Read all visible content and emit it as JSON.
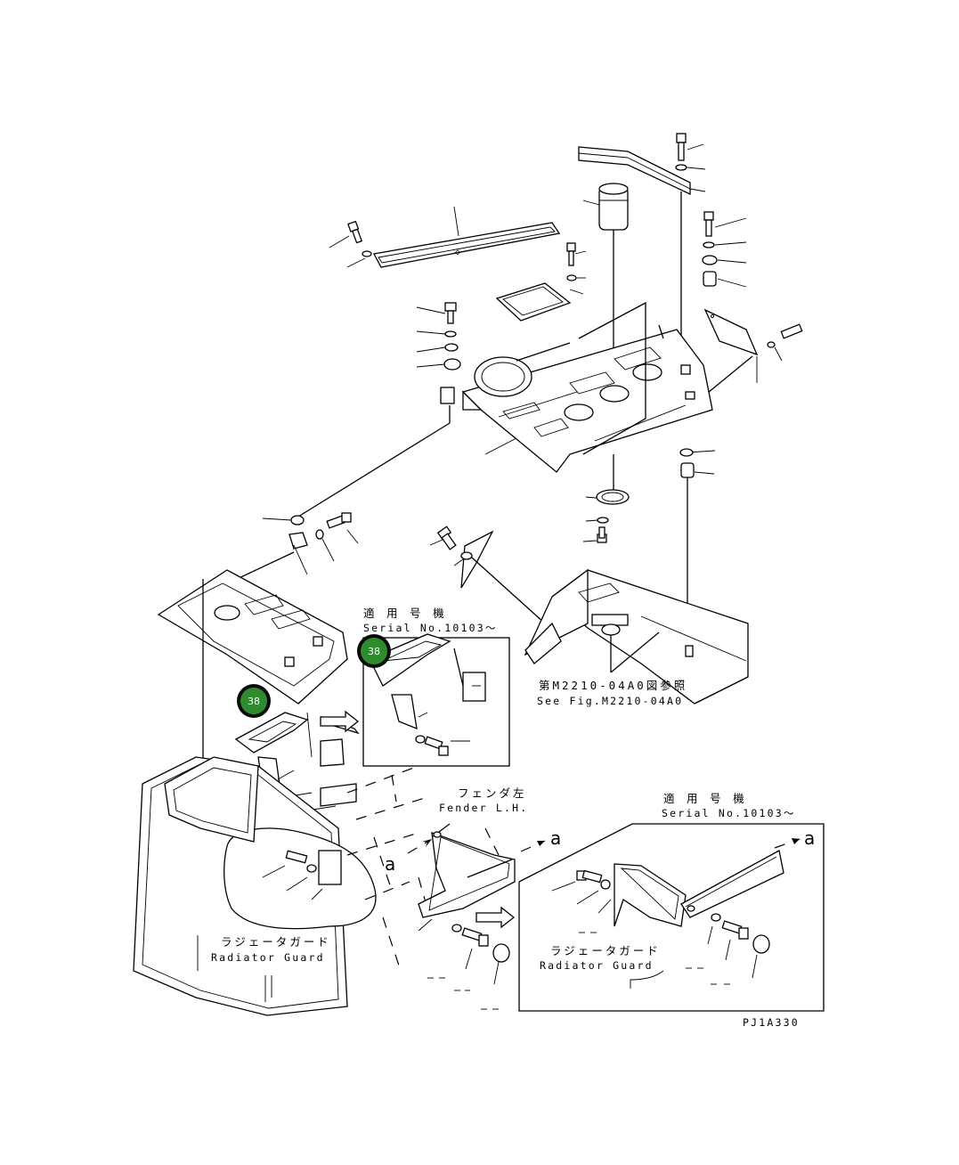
{
  "callouts": [
    {
      "id": "marker-top",
      "number": "38"
    },
    {
      "id": "marker-left",
      "number": "38"
    }
  ],
  "labels": {
    "serial_box1_jp": "適 用 号 機",
    "serial_box1_en": "Serial No.10103～",
    "serial_box2_jp": "適 用 号 機",
    "serial_box2_en": "Serial No.10103～",
    "fender_jp": "フェンダ左",
    "fender_en": "Fender L.H.",
    "radiator_jp_1": "ラジェータガード",
    "radiator_en_1": "Radiator Guard",
    "radiator_jp_2": "ラジェータガード",
    "radiator_en_2": "Radiator Guard",
    "see_fig_jp": "第M2210-04A0図参照",
    "see_fig_en": "See Fig.M2210-04A0",
    "ref_a_1": "a",
    "ref_a_2": "a",
    "ref_a_3": "a",
    "drawing_no": "PJ1A330"
  },
  "colors": {
    "callout_fill": "#2e8b2e",
    "callout_ring": "#0b0b0b",
    "line": "#000000",
    "background": "#ffffff"
  }
}
